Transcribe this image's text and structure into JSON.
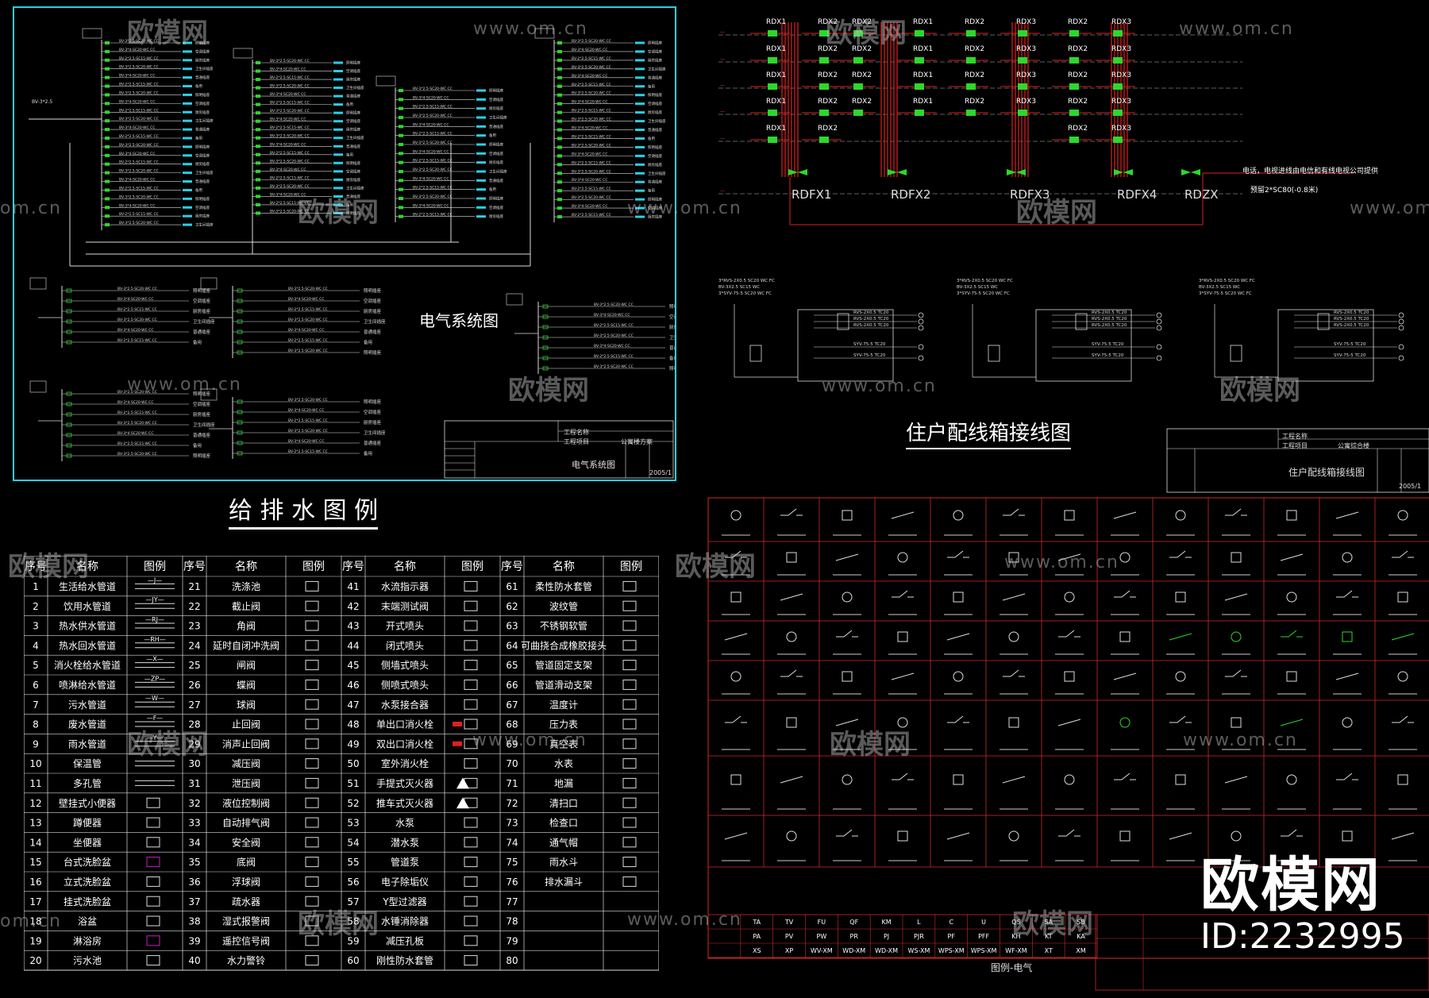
{
  "electrical": {
    "title": "电气系统图",
    "titleblock": {
      "project_label": "工程名称",
      "project_value": "公寓楼方案",
      "item_label": "工程项目",
      "drawing_name": "电气系统图",
      "date": "2005/1"
    },
    "circuit_texts": [
      "BV-3*2.5-SC20-WC CC",
      "BV-3*4-SC20-WC CC",
      "BV-2*2.5-SC15-WC CC"
    ],
    "load_labels": [
      "照明插座",
      "空调插座",
      "厨房插座",
      "卫生间插座",
      "普通插座",
      "备用"
    ]
  },
  "riser": {
    "floor_rows": [
      [
        "RDX1",
        "RDX2",
        "RDX2",
        "RDX1",
        "RDX2",
        "RDX3",
        "RDX2",
        "RDX3"
      ],
      [
        "RDX1",
        "RDX2",
        "RDX2",
        "RDX1",
        "RDX2",
        "RDX3",
        "RDX2",
        "RDX3"
      ],
      [
        "RDX1",
        "RDX2",
        "RDX2",
        "RDX1",
        "RDX2",
        "RDX3",
        "RDX2",
        "RDX3"
      ],
      [
        "RDX1",
        "RDX2",
        "RDX2",
        "RDX1",
        "RDX2",
        "RDX3",
        "RDX2",
        "RDX3"
      ],
      [
        "RDX1",
        "RDX2",
        "",
        "",
        "",
        "",
        "RDX2",
        "RDX3"
      ]
    ],
    "bottom_labels": [
      "RDFX1",
      "RDFX2",
      "RDFX3",
      "RDFX4",
      "RDZX"
    ],
    "note": "电话，电视进线由电信和有线电视公司提供",
    "conduit": "预留2*SC80(-0.8米)"
  },
  "wiring_box": {
    "title": "住户配线箱接线图",
    "titleblock": {
      "project_label": "工程名称",
      "project_value": "公寓综合楼",
      "item_label": "工程项目",
      "drawing_name": "住户配线箱接线图",
      "date": "2005/1"
    },
    "header_texts": [
      "3*RVS-2X0.5 SC20 WC FC",
      "BV-3X2.5 SC15 WC",
      "3*SYV-75-5 SC20 WC FC"
    ],
    "line_texts": [
      "RVS-2X0.5 TC20",
      "RVS-2X0.5 TC20",
      "RVS-2X0.5 TC20",
      "SYV-75-5 TC20",
      "SYV-75-5 TC20"
    ]
  },
  "legend": {
    "title": "给 排 水 图 例",
    "headers": [
      "序号",
      "名称",
      "图例",
      "序号",
      "名称",
      "图例",
      "序号",
      "名称",
      "图例",
      "序号",
      "名称",
      "图例"
    ],
    "col1": [
      "生活给水管道",
      "饮用水管道",
      "热水供水管道",
      "热水回水管道",
      "消火栓给水管道",
      "喷淋给水管道",
      "污水管道",
      "废水管道",
      "雨水管道",
      "保温管",
      "多孔管",
      "壁挂式小便器",
      "蹲便器",
      "坐便器",
      "台式洗脸盆",
      "立式洗脸盆",
      "挂式洗脸盆",
      "浴盆",
      "淋浴房",
      "污水池"
    ],
    "col2": [
      "洗涤池",
      "截止阀",
      "角阀",
      "延时自闭冲洗阀",
      "闸阀",
      "蝶阀",
      "球阀",
      "止回阀",
      "消声止回阀",
      "减压阀",
      "泄压阀",
      "液位控制阀",
      "自动排气阀",
      "安全阀",
      "底阀",
      "浮球阀",
      "疏水器",
      "湿式报警阀",
      "遥控信号阀",
      "水力警铃"
    ],
    "col3": [
      "水流指示器",
      "末端测试阀",
      "开式喷头",
      "闭式喷头",
      "侧墙式喷头",
      "侧喷式喷头",
      "水泵接合器",
      "单出口消火栓",
      "双出口消火栓",
      "室外消火栓",
      "手提式灭火器",
      "推车式灭火器",
      "水泵",
      "潜水泵",
      "管道泵",
      "电子除垢仪",
      "Y型过滤器",
      "水锤消除器",
      "减压孔板",
      "刚性防水套管"
    ],
    "col4": [
      "柔性防水套管",
      "波纹管",
      "不锈钢软管",
      "可曲挠合成橡胶接头",
      "管道固定支架",
      "管道滑动支架",
      "温度计",
      "压力表",
      "真空表",
      "水表",
      "地漏",
      "清扫口",
      "检查口",
      "通气帽",
      "雨水斗",
      "排水漏斗",
      "",
      "",
      "",
      ""
    ],
    "symbols1": [
      "—J—",
      "—JY—",
      "—RJ—",
      "—RH—",
      "—X—",
      "—ZP—",
      "—W—",
      "—F—",
      "—Y—",
      "",
      "",
      "",
      "",
      "",
      "",
      "",
      "",
      "",
      "",
      ""
    ]
  },
  "symbols_sheet": {
    "bottom_codes_row1": [
      "TA",
      "TV",
      "FU",
      "QF",
      "KM",
      "L",
      "C",
      "U",
      "QS",
      "SA",
      "SB"
    ],
    "bottom_codes_row2": [
      "PA",
      "PV",
      "PW",
      "PR",
      "PJ",
      "PJR",
      "PF",
      "PFF",
      "KH",
      "KT",
      "KA"
    ],
    "bottom_codes_row3": [
      "XS",
      "XP",
      "WV-XM",
      "WD-XM",
      "WD-XM",
      "WS-XM",
      "WPS-XM",
      "WPS-XM",
      "WF-XM",
      "XT",
      "XM"
    ],
    "footer_title": "图例-电气"
  },
  "watermark": {
    "logo": "欧模网",
    "url": "www.om.cn",
    "url_short": "om.cn"
  },
  "brand": {
    "name": "欧模网",
    "id": "ID:2232995"
  }
}
